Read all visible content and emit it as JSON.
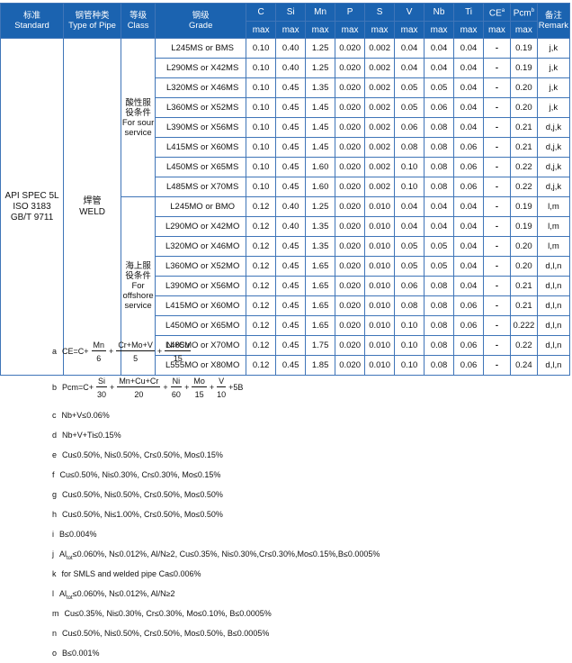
{
  "header": {
    "standard_zh": "标准",
    "standard_en": "Standard",
    "pipe_zh": "钢管种类",
    "pipe_en": "Type of Pipe",
    "class_zh": "等级",
    "class_en": "Class",
    "grade_zh": "钢级",
    "grade_en": "Grade",
    "elements": [
      "C",
      "Si",
      "Mn",
      "P",
      "S",
      "V",
      "Nb",
      "Ti",
      "CE",
      "Pcm"
    ],
    "ce_sup": "a",
    "pcm_sup": "b",
    "remark_zh": "备注",
    "remark_en": "Remark",
    "max_label": "max"
  },
  "standard_cell": [
    "API SPEC 5L",
    "ISO 3183",
    "GB/T 9711"
  ],
  "pipe_cell": [
    "焊管",
    "WELD"
  ],
  "class_sour": [
    "酸性服",
    "役条件",
    "For sour",
    "service"
  ],
  "class_offshore": [
    "海上服",
    "役条件",
    "For",
    "offshore",
    "service"
  ],
  "rows": [
    [
      "L245MS or BMS",
      "0.10",
      "0.40",
      "1.25",
      "0.020",
      "0.002",
      "0.04",
      "0.04",
      "0.04",
      "-",
      "0.19",
      "j,k"
    ],
    [
      "L290MS or X42MS",
      "0.10",
      "0.40",
      "1.25",
      "0.020",
      "0.002",
      "0.04",
      "0.04",
      "0.04",
      "-",
      "0.19",
      "j,k"
    ],
    [
      "L320MS or X46MS",
      "0.10",
      "0.45",
      "1.35",
      "0.020",
      "0.002",
      "0.05",
      "0.05",
      "0.04",
      "-",
      "0.20",
      "j,k"
    ],
    [
      "L360MS or X52MS",
      "0.10",
      "0.45",
      "1.45",
      "0.020",
      "0.002",
      "0.05",
      "0.06",
      "0.04",
      "-",
      "0.20",
      "j,k"
    ],
    [
      "L390MS or X56MS",
      "0.10",
      "0.45",
      "1.45",
      "0.020",
      "0.002",
      "0.06",
      "0.08",
      "0.04",
      "-",
      "0.21",
      "d,j,k"
    ],
    [
      "L415MS or X60MS",
      "0.10",
      "0.45",
      "1.45",
      "0.020",
      "0.002",
      "0.08",
      "0.08",
      "0.06",
      "-",
      "0.21",
      "d,j,k"
    ],
    [
      "L450MS or X65MS",
      "0.10",
      "0.45",
      "1.60",
      "0.020",
      "0.002",
      "0.10",
      "0.08",
      "0.06",
      "-",
      "0.22",
      "d,j,k"
    ],
    [
      "L485MS or X70MS",
      "0.10",
      "0.45",
      "1.60",
      "0.020",
      "0.002",
      "0.10",
      "0.08",
      "0.06",
      "-",
      "0.22",
      "d,j,k"
    ],
    [
      "L245MO or BMO",
      "0.12",
      "0.40",
      "1.25",
      "0.020",
      "0.010",
      "0.04",
      "0.04",
      "0.04",
      "-",
      "0.19",
      "l,m"
    ],
    [
      "L290MO or X42MO",
      "0.12",
      "0.40",
      "1.35",
      "0.020",
      "0.010",
      "0.04",
      "0.04",
      "0.04",
      "-",
      "0.19",
      "l,m"
    ],
    [
      "L320MO or X46MO",
      "0.12",
      "0.45",
      "1.35",
      "0.020",
      "0.010",
      "0.05",
      "0.05",
      "0.04",
      "-",
      "0.20",
      "l,m"
    ],
    [
      "L360MO or X52MO",
      "0.12",
      "0.45",
      "1.65",
      "0.020",
      "0.010",
      "0.05",
      "0.05",
      "0.04",
      "-",
      "0.20",
      "d,l,n"
    ],
    [
      "L390MO or X56MO",
      "0.12",
      "0.45",
      "1.65",
      "0.020",
      "0.010",
      "0.06",
      "0.08",
      "0.04",
      "-",
      "0.21",
      "d,l,n"
    ],
    [
      "L415MO or X60MO",
      "0.12",
      "0.45",
      "1.65",
      "0.020",
      "0.010",
      "0.08",
      "0.08",
      "0.06",
      "-",
      "0.21",
      "d,l,n"
    ],
    [
      "L450MO or X65MO",
      "0.12",
      "0.45",
      "1.65",
      "0.020",
      "0.010",
      "0.10",
      "0.08",
      "0.06",
      "-",
      "0.222",
      "d,l,n"
    ],
    [
      "L485MO or X70MO",
      "0.12",
      "0.45",
      "1.75",
      "0.020",
      "0.010",
      "0.10",
      "0.08",
      "0.06",
      "-",
      "0.22",
      "d,l,n"
    ],
    [
      "L555MO or X80MO",
      "0.12",
      "0.45",
      "1.85",
      "0.020",
      "0.010",
      "0.10",
      "0.08",
      "0.06",
      "-",
      "0.24",
      "d,l,n"
    ]
  ],
  "formula_a": {
    "label": "a",
    "lead": "CE=C+",
    "terms": [
      {
        "n": "Mn",
        "d": "6"
      },
      {
        "n": "Cr+Mo+V",
        "d": "5"
      },
      {
        "n": "Ni+Cu",
        "d": "15"
      }
    ],
    "tail": ""
  },
  "formula_b": {
    "label": "b",
    "lead": "Pcm=C+",
    "terms": [
      {
        "n": "Si",
        "d": "30"
      },
      {
        "n": "Mn+Cu+Cr",
        "d": "20"
      },
      {
        "n": "Ni",
        "d": "60"
      },
      {
        "n": "Mo",
        "d": "15"
      },
      {
        "n": "V",
        "d": "10"
      }
    ],
    "tail": "+5B"
  },
  "notes": [
    {
      "k": "c",
      "t": "Nb+V≤0.06%"
    },
    {
      "k": "d",
      "t": "Nb+V+Ti≤0.15%"
    },
    {
      "k": "e",
      "t": "Cu≤0.50%, Ni≤0.50%, Cr≤0.50%, Mo≤0.15%"
    },
    {
      "k": "f",
      "t": "Cu≤0.50%, Ni≤0.30%, Cr≤0.30%, Mo≤0.15%"
    },
    {
      "k": "g",
      "t": "Cu≤0.50%, Ni≤0.50%, Cr≤0.50%, Mo≤0.50%"
    },
    {
      "k": "h",
      "t": "Cu≤0.50%, Ni≤1.00%, Cr≤0.50%, Mo≤0.50%"
    },
    {
      "k": "i",
      "t": "B≤0.004%"
    },
    {
      "k": "j",
      "t": "Al",
      "s": "tot",
      "r": "≤0.060%, N≤0.012%, Al/N≥2, Cu≤0.35%, Ni≤0.30%,Cr≤0.30%,Mo≤0.15%,B≤0.0005%"
    },
    {
      "k": "k",
      "t": "for SMLS and welded pipe Ca≤0.006%"
    },
    {
      "k": "l",
      "t": "Al",
      "s": "tot",
      "r": "≤0.060%, N≤0.012%, Al/N≥2"
    },
    {
      "k": "m",
      "t": "Cu≤0.35%, Ni≤0.30%, Cr≤0.30%, Mo≤0.10%, B≤0.0005%"
    },
    {
      "k": "n",
      "t": "Cu≤0.50%, Ni≤0.50%, Cr≤0.50%, Mo≤0.50%, B≤0.0005%"
    },
    {
      "k": "o",
      "t": "B≤0.001%"
    }
  ]
}
